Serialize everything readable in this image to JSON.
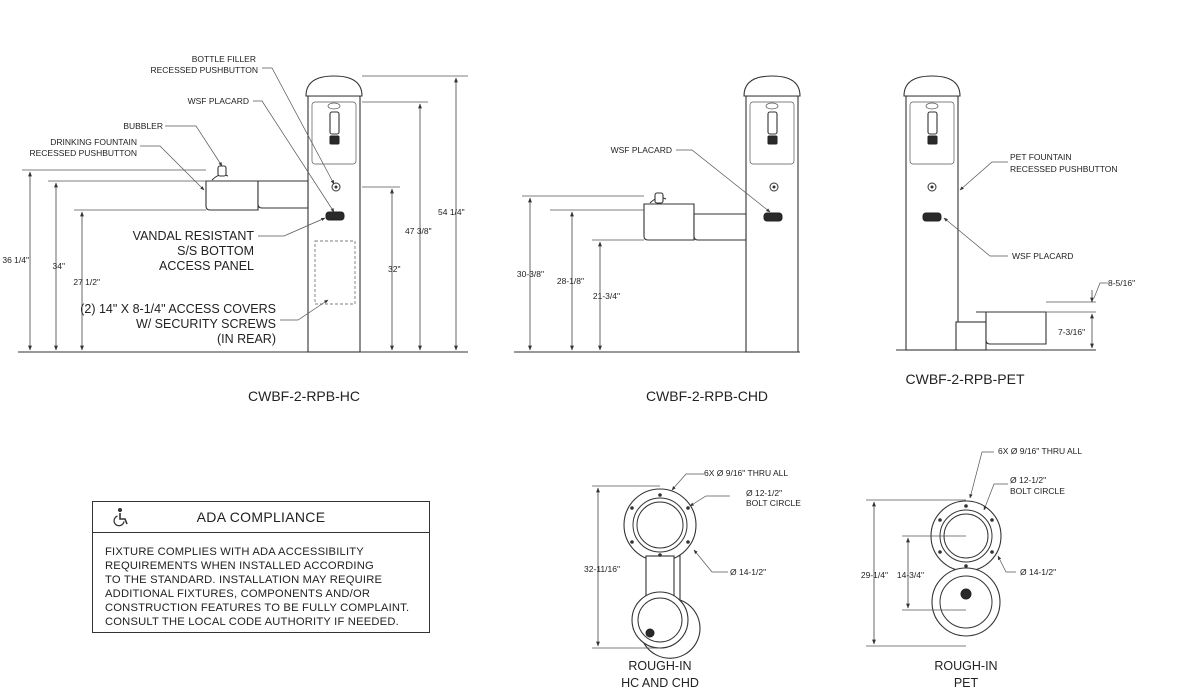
{
  "hc": {
    "labels": {
      "bottle_filler_1": "BOTTLE FILLER",
      "bottle_filler_2": "RECESSED PUSHBUTTON",
      "wsf_placard": "WSF PLACARD",
      "bubbler": "BUBBLER",
      "drinking_fountain_1": "DRINKING FOUNTAIN",
      "drinking_fountain_2": "RECESSED PUSHBUTTON",
      "vandal_1": "VANDAL RESISTANT",
      "vandal_2": "S/S BOTTOM",
      "vandal_3": "ACCESS PANEL",
      "covers_1": "(2) 14\" X 8-1/4\" ACCESS COVERS",
      "covers_2": "W/ SECURITY SCREWS",
      "covers_3": "(IN REAR)"
    },
    "dims": {
      "d36": "36 1/4\"",
      "d34": "34\"",
      "d27": "27 1/2\"",
      "d54": "54 1/4\"",
      "d47": "47 3/8\"",
      "d32": "32\""
    },
    "caption": "CWBF-2-RPB-HC"
  },
  "chd": {
    "labels": {
      "wsf_placard": "WSF PLACARD"
    },
    "dims": {
      "d30": "30-3/8\"",
      "d28": "28-1/8\"",
      "d21": "21-3/4\""
    },
    "caption": "CWBF-2-RPB-CHD"
  },
  "pet": {
    "labels": {
      "pet_fountain_1": "PET FOUNTAIN",
      "pet_fountain_2": "RECESSED PUSHBUTTON",
      "wsf_placard": "WSF PLACARD"
    },
    "dims": {
      "d8": "8-5/16\"",
      "d7": "7-3/16\""
    },
    "caption": "CWBF-2-RPB-PET"
  },
  "rough_hc": {
    "holes": "6X Ø 9/16\" THRU ALL",
    "bolt_1": "Ø 12-1/2\"",
    "bolt_2": "BOLT CIRCLE",
    "dia": "Ø 14-1/2\"",
    "height": "32-11/16\"",
    "caption_1": "ROUGH-IN",
    "caption_2": "HC AND CHD"
  },
  "rough_pet": {
    "holes": "6X Ø 9/16\" THRU ALL",
    "bolt_1": "Ø 12-1/2\"",
    "bolt_2": "BOLT CIRCLE",
    "dia": "Ø 14-1/2\"",
    "height": "29-1/4\"",
    "inner": "14-3/4\"",
    "caption_1": "ROUGH-IN",
    "caption_2": "PET"
  },
  "ada": {
    "title": "ADA COMPLIANCE",
    "icon": "wheelchair-icon",
    "lines": [
      "FIXTURE COMPLIES WITH ADA ACCESSIBILITY",
      "REQUIREMENTS WHEN INSTALLED ACCORDING",
      "TO THE STANDARD. INSTALLATION MAY REQUIRE",
      "ADDITIONAL FIXTURES, COMPONENTS AND/OR",
      "CONSTRUCTION FEATURES TO BE FULLY COMPLAINT.",
      "CONSULT THE LOCAL CODE AUTHORITY IF NEEDED."
    ]
  }
}
